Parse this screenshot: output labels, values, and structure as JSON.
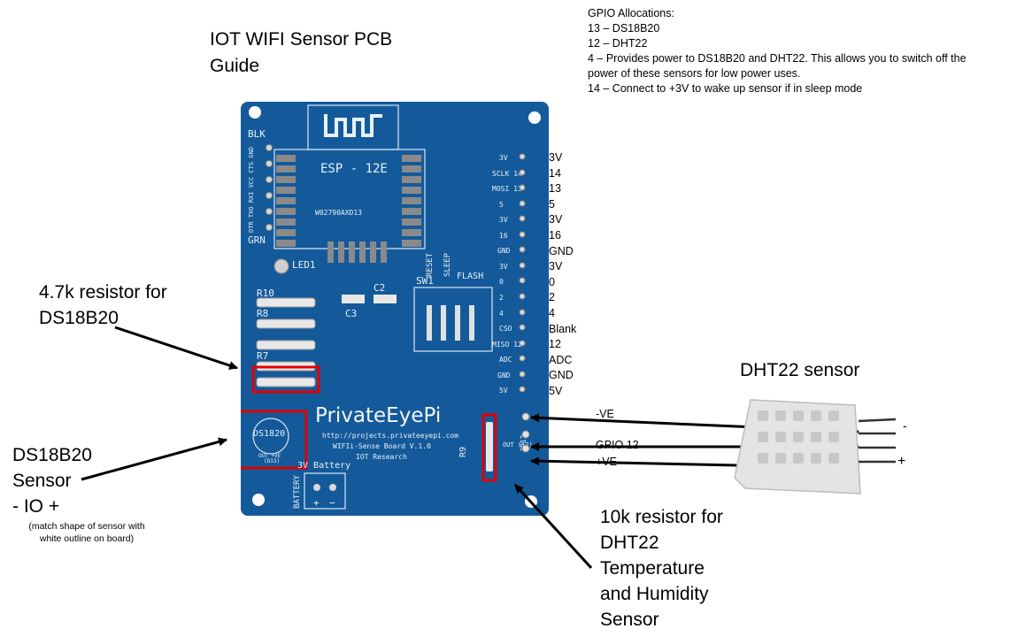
{
  "title": "IOT WIFI Sensor PCB\nGuide",
  "gpio": {
    "heading": "GPIO Allocations:",
    "items": [
      "13 – DS18B20",
      "12 – DHT22",
      "4 – Provides power to DS18B20 and DHT22. This allows you to switch off the power of these sensors for low power uses.",
      "14 – Connect to +3V to wake up sensor if in sleep mode"
    ]
  },
  "callouts": {
    "resistor_4k7": "4.7k resistor for\nDS18B20",
    "ds18b20": "DS18B20\nSensor\n-    IO +",
    "ds18b20_note": "(match shape of sensor with\nwhite outline on board)",
    "resistor_10k": "10k resistor for\nDHT22\nTemperature\nand Humidity\nSensor",
    "dht22": "DHT22 sensor"
  },
  "pin_labels": [
    "3V",
    "14",
    "13",
    "5",
    "3V",
    "16",
    "GND",
    "3V",
    "0",
    "2",
    "4",
    "Blank",
    "12",
    "ADC",
    "GND",
    "5V"
  ],
  "wires": {
    "neg": "-VE",
    "gpio": "GPIO 12",
    "pos": "+VE",
    "minus_sign": "-",
    "plus_sign": "+"
  },
  "board": {
    "module_label": "ESP - 12E",
    "module_code": "W02790AXD13",
    "brand": "PrivateEyePi",
    "url": "http://projects.privateeyepi.com",
    "board_name": "WIFIi-Sense Board V.1.0",
    "subtitle": "IOT Research",
    "blk": "BLK",
    "grn": "GRN",
    "header_pins": "DTR TXO RXI VCC CTS GND",
    "led": "LED1",
    "c2": "C2",
    "c3": "C3",
    "r10": "R10",
    "r8": "R8",
    "r7": "R7",
    "r9": "R9",
    "sw1": "SW1",
    "reset": "RESET",
    "sleep": "SLEEP",
    "flash": "FLASH",
    "ds1820": "DS1820",
    "ds_pins": "OUT +VE",
    "ds_pin13": "(D13)",
    "battery_label": "3V Battery",
    "battery_side": "BATTERY",
    "bat_plus": "+",
    "bat_minus": "−",
    "dht_pins": "OUT (12)",
    "jp": "JP12",
    "side_pins": [
      "3V",
      "SCLK 14",
      "MOSI 13",
      "5",
      "3V",
      "16",
      "GND",
      "3V",
      "0",
      "2",
      "4",
      "CSO",
      "MISO 12",
      "ADC",
      "GND",
      "5V"
    ]
  },
  "colors": {
    "pcb": "#145a9a",
    "highlight": "#e00000",
    "silkscreen": "#d9e6f2"
  }
}
